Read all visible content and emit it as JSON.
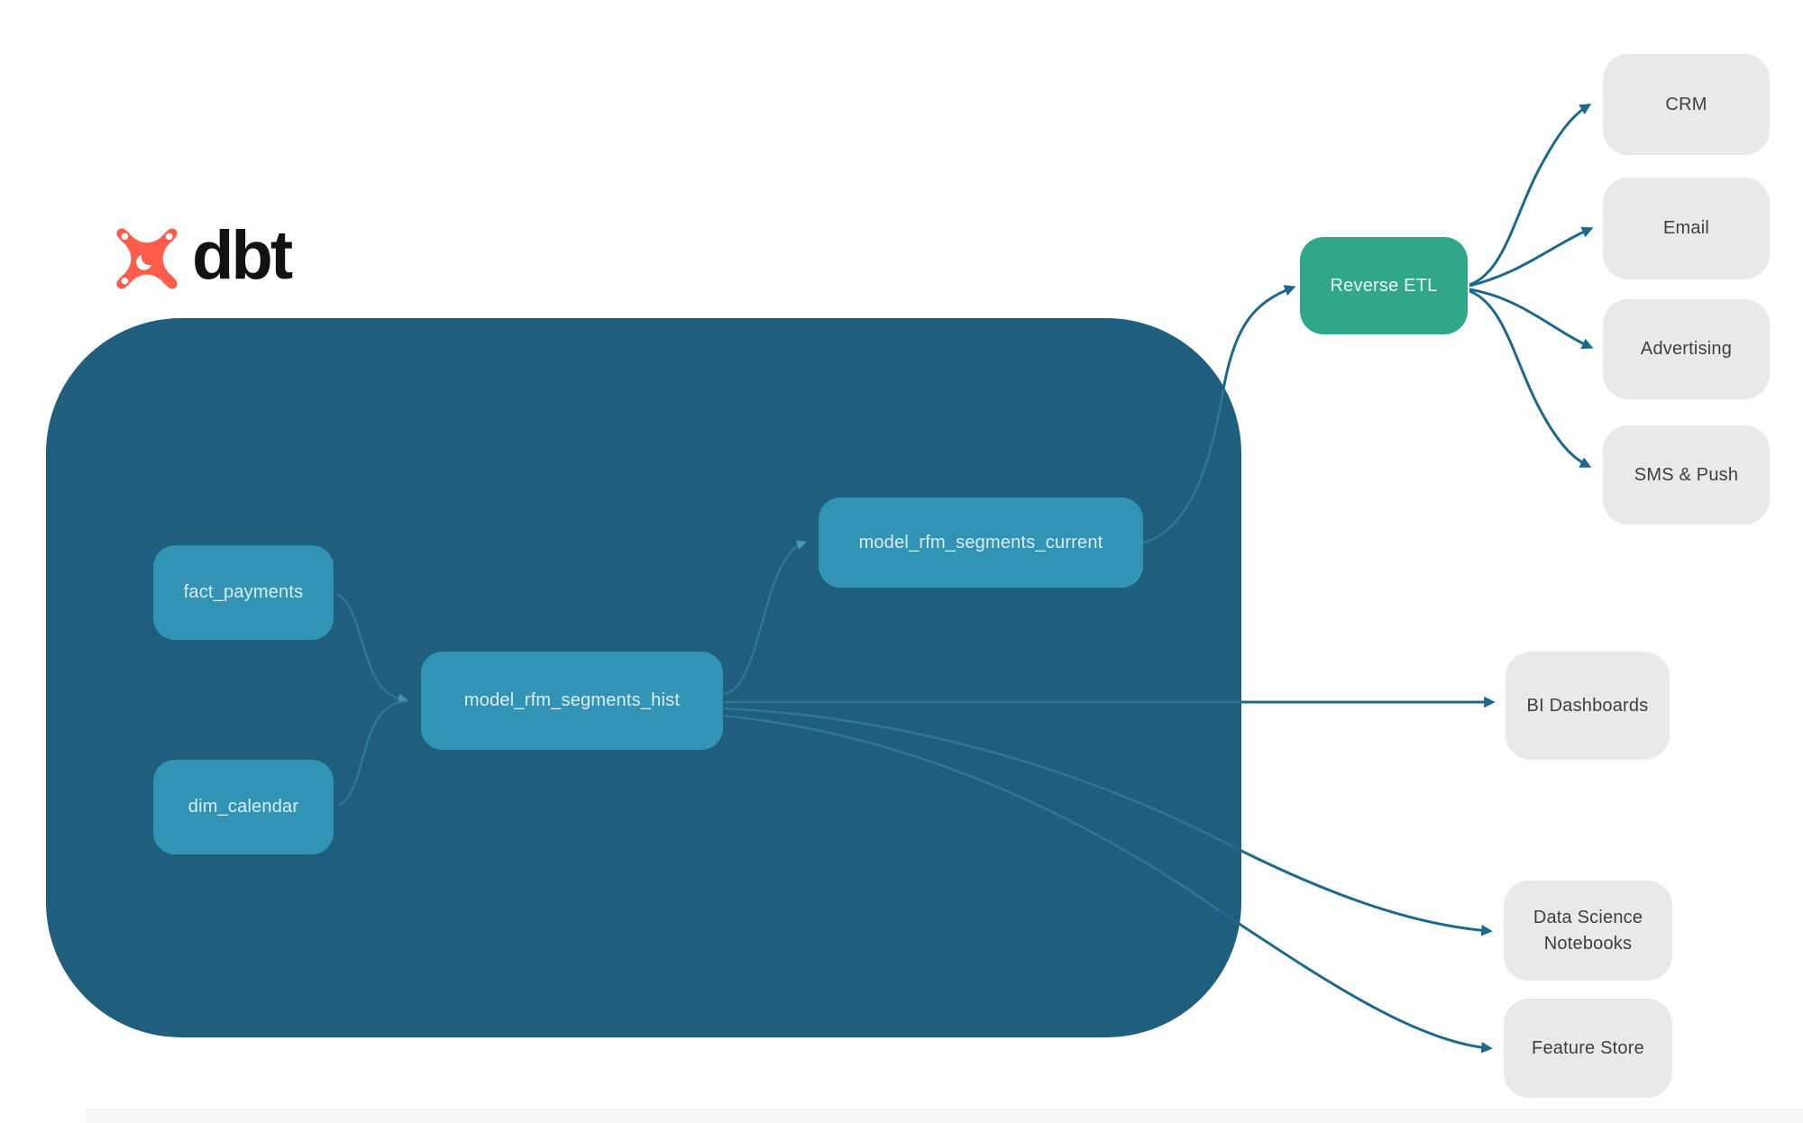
{
  "logo": {
    "brand": "dbt",
    "icon": "dbt-star-icon",
    "icon_color": "#ff5c49"
  },
  "diagram": {
    "colors": {
      "warehouse_container": "#205e7d",
      "model_node": "#3294b4",
      "reverse_etl_node": "#31a78a",
      "destination_node": "#e9e9e9",
      "edge_outside": "#1d698d",
      "edge_inside": "#2e7795"
    },
    "nodes": [
      {
        "id": "fact_payments",
        "label": "fact_payments",
        "type": "model"
      },
      {
        "id": "dim_calendar",
        "label": "dim_calendar",
        "type": "model"
      },
      {
        "id": "model_rfm_segments_hist",
        "label": "model_rfm_segments_hist",
        "type": "model"
      },
      {
        "id": "model_rfm_segments_current",
        "label": "model_rfm_segments_current",
        "type": "model"
      },
      {
        "id": "reverse_etl",
        "label": "Reverse ETL",
        "type": "reverse_etl"
      },
      {
        "id": "crm",
        "label": "CRM",
        "type": "destination"
      },
      {
        "id": "email",
        "label": "Email",
        "type": "destination"
      },
      {
        "id": "advertising",
        "label": "Advertising",
        "type": "destination"
      },
      {
        "id": "sms_push",
        "label": "SMS & Push",
        "type": "destination"
      },
      {
        "id": "bi_dashboards",
        "label": "BI Dashboards",
        "type": "destination"
      },
      {
        "id": "data_science_notebooks",
        "label": "Data Science Notebooks",
        "type": "destination"
      },
      {
        "id": "feature_store",
        "label": "Feature Store",
        "type": "destination"
      }
    ],
    "edges": [
      {
        "from": "fact_payments",
        "to": "model_rfm_segments_hist"
      },
      {
        "from": "dim_calendar",
        "to": "model_rfm_segments_hist"
      },
      {
        "from": "model_rfm_segments_hist",
        "to": "model_rfm_segments_current"
      },
      {
        "from": "model_rfm_segments_current",
        "to": "reverse_etl"
      },
      {
        "from": "reverse_etl",
        "to": "crm"
      },
      {
        "from": "reverse_etl",
        "to": "email"
      },
      {
        "from": "reverse_etl",
        "to": "advertising"
      },
      {
        "from": "reverse_etl",
        "to": "sms_push"
      },
      {
        "from": "model_rfm_segments_hist",
        "to": "bi_dashboards"
      },
      {
        "from": "model_rfm_segments_hist",
        "to": "data_science_notebooks"
      },
      {
        "from": "model_rfm_segments_hist",
        "to": "feature_store"
      }
    ]
  }
}
